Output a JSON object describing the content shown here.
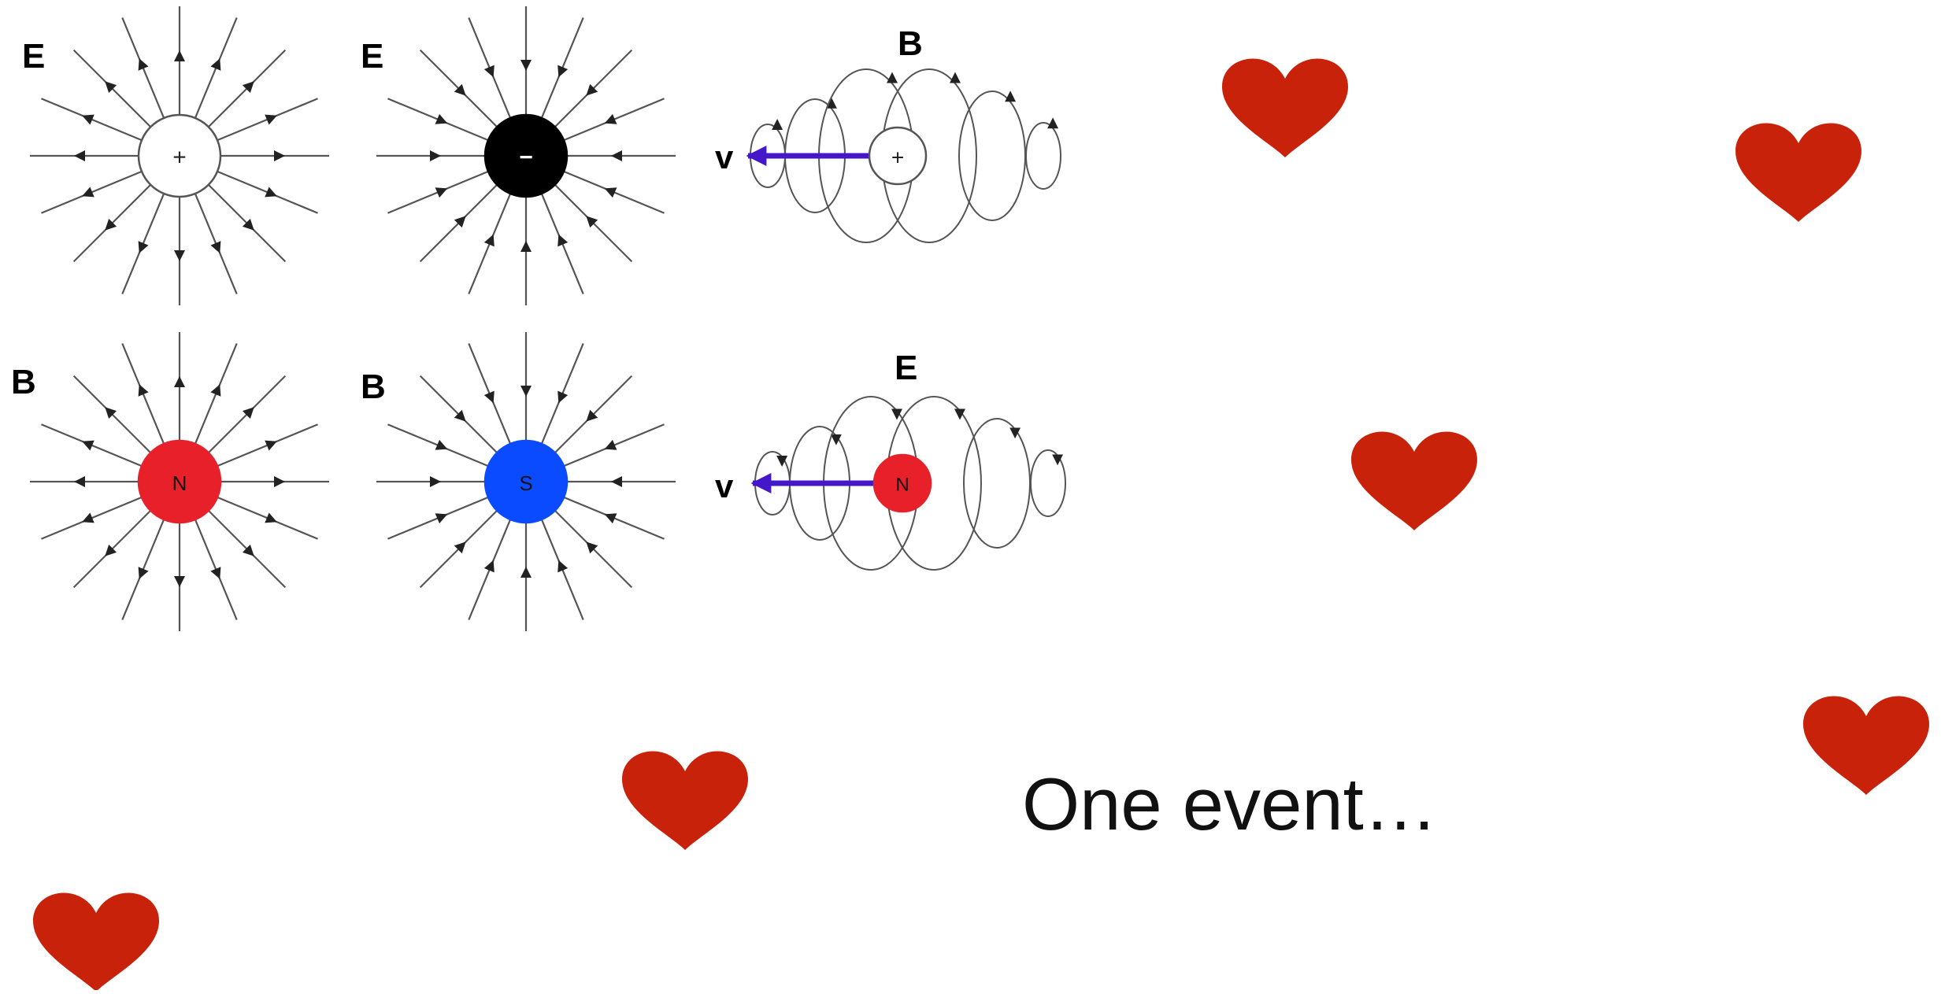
{
  "diagram": {
    "top_row": {
      "positive_charge": {
        "field_label": "E",
        "charge_symbol": "+"
      },
      "negative_charge": {
        "field_label": "E",
        "charge_symbol": "−"
      },
      "moving_charge": {
        "field_label": "B",
        "velocity_label": "v",
        "charge_symbol": "+"
      }
    },
    "bottom_row": {
      "north_monopole": {
        "field_label": "B",
        "pole_label": "N"
      },
      "south_monopole": {
        "field_label": "B",
        "pole_label": "S"
      },
      "moving_monopole": {
        "field_label": "E",
        "velocity_label": "v",
        "pole_label": "N"
      }
    },
    "colors": {
      "line": "#555555",
      "negative_charge": "#000000",
      "north_pole": "#e8202a",
      "south_pole": "#0a4bff",
      "velocity_arrow": "#4418c8",
      "heart": "#c8220a"
    }
  },
  "caption": "One event…"
}
